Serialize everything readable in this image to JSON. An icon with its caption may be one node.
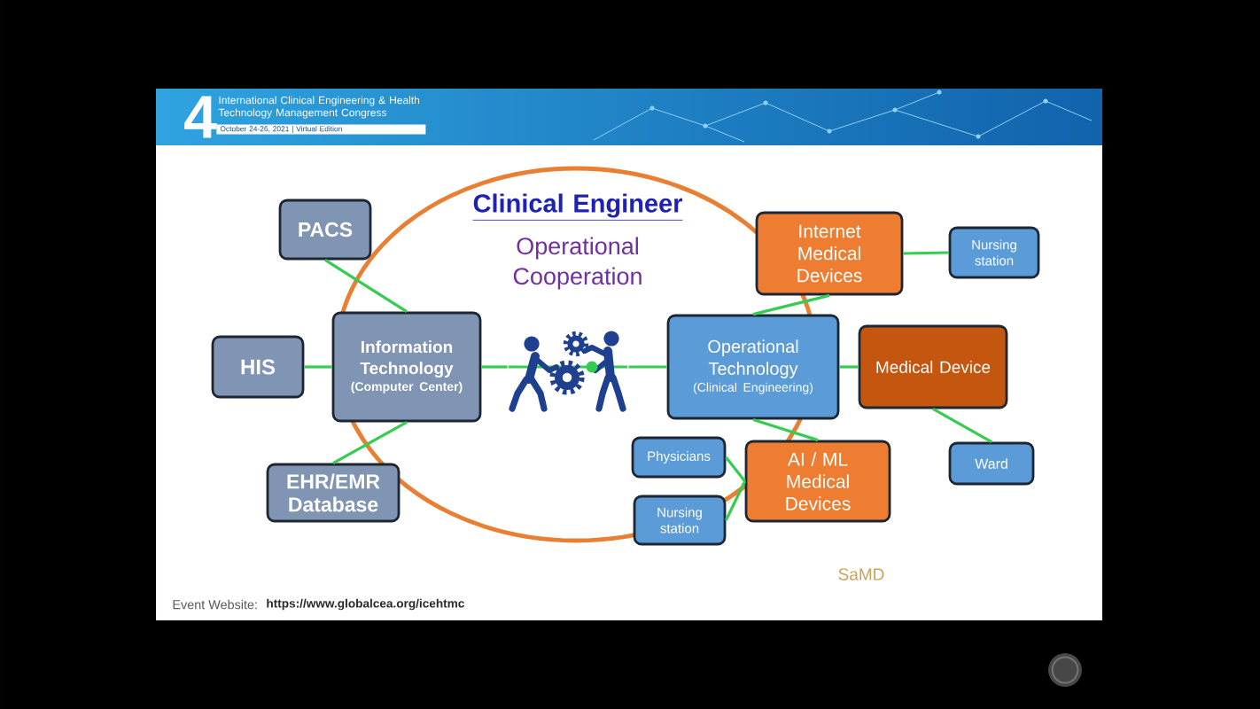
{
  "diagram": {
    "nodes": [
      {
        "text": [
          "PACS"
        ]
      },
      {
        "text": [
          "Internet Medical Devices"
        ]
      },
      {
        "text": [
          "Nursing station"
        ]
      },
      {
        "text": [
          "HIS"
        ]
      },
      {
        "text": [
          "Information Technology",
          "(Computer Center)"
        ]
      },
      {
        "text": [],
        "shape": "picture"
      },
      {
        "text": [
          "Operational Technology",
          "(Clinical Engineering)"
        ]
      },
      {
        "text": [
          "Medical Device"
        ]
      },
      {
        "text": [
          "Physicians"
        ]
      },
      {
        "text": [
          "AI / ML Medical Devices"
        ],
        "beside": [
          "SaMD"
        ]
      },
      {
        "text": [
          "Ward"
        ]
      },
      {
        "text": [
          "EHR/EMR Database"
        ]
      },
      {
        "text": [
          "Nursing station"
        ]
      }
    ],
    "edges": [
      {
        "from": 0,
        "to": 4,
        "arrow": "none"
      },
      {
        "from": 3,
        "to": 4,
        "arrow": "none"
      },
      {
        "from": 11,
        "to": 4,
        "arrow": "none"
      },
      {
        "from": 4,
        "to": 5,
        "arrow": "none"
      },
      {
        "from": 5,
        "to": 6,
        "arrow": "none"
      },
      {
        "from": 6,
        "to": 1,
        "arrow": "none"
      },
      {
        "from": 1,
        "to": 2,
        "arrow": "none"
      },
      {
        "from": 6,
        "to": 7,
        "arrow": "none"
      },
      {
        "from": 7,
        "to": 10,
        "arrow": "none"
      },
      {
        "from": 6,
        "to": 9,
        "arrow": "none"
      },
      {
        "from": 8,
        "to": 9,
        "arrow": "none"
      },
      {
        "from": 12,
        "to": 9,
        "arrow": "none"
      }
    ],
    "labels": [
      "4",
      "International Clinical Engineering & Health Technology Management Congress",
      "October 24-26, 2021 | Virtual Edition",
      "Clinical Engineer",
      "Operational Cooperation",
      "Event Website:",
      "https://www.globalcea.org/icehtmc"
    ]
  }
}
